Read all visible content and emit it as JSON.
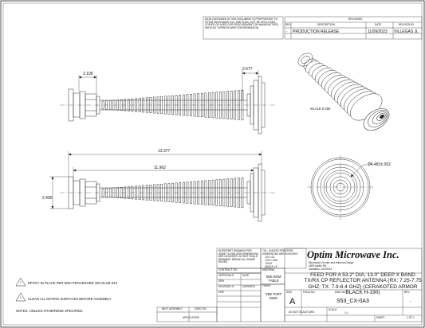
{
  "proprietary_notice": "DATA CONTAINED IN THIS DOCUMENT IS PROPRIETARY TO OPTIM MICROWAVE INC. AND SHALL NOT BE DISCLOSED, COPIED OR USED FOR PROCUREMENT OR MANUFACTURE WITHOUT EXPRESS WRITTEN PERMISSION.",
  "revision_table": {
    "title": "REVISIONS",
    "headers": [
      "REV",
      "DESCRIPTION",
      "DATE",
      "REVISED BY"
    ],
    "rows": [
      [
        "-",
        "PRODUCTION RELEASE",
        "11/09/2023",
        "VILLEGAS JL"
      ]
    ]
  },
  "dimensions": {
    "top_left": "2.100",
    "top_right": "2.677",
    "overall_length": "13.377",
    "body_length": "11.962",
    "left_height": "2.490",
    "diameter": "4.481±.002"
  },
  "scale_note": "SCALE 0.250",
  "notes": {
    "note2": "EPOXY IN PLACE PER WIKI PROCEDURE 100-GLUE-013",
    "note1": "CLEAN ALL MATING SURFACES BEFORE ASSEMBLY",
    "general": "NOTES: UNLESS OTHERWISE SPECIFIED."
  },
  "title_block": {
    "interpret_note": "INTERPRET DRAWING PER ASME Y14.5M-2009 DIMENSIONS ARE IN INCHES. DO NOT SCALE DRAWING. BREAK ALL SHARP EDGES.",
    "tolerance_title": "TOL. UNLESS SPECIFIED DIMENSIONS ARE IN INCHES",
    "tolerances": [
      ".XX  ±.02",
      ".XXX  ±.005",
      ".XXXX",
      "ANGLE  ±1°"
    ],
    "company": "Optim Microwave Inc.",
    "company_sub": [
      "Microwave Circuits and Antenna Design",
      "1605 Adolfo Rd.",
      "Camarillo, CA 93012"
    ],
    "description": "FEED FOR A 53.2\" DIA, 13.0\" DEEP X BAND TX/RX CP REFLECTOR ANTENNA (RX: 7.25-7.75 GHZ; TX: 7.9-8.4 GHZ) (CERAKOTED ARMOR BLACK H-190)",
    "material_label": "MATERIAL",
    "material": "SEE BOM TABLE",
    "finish_label": "FINISH",
    "finish": "SEE PART DWG",
    "contract_label": "CONTRACT NO.",
    "approvals_label": "APPROVALS",
    "date_label": "DATE",
    "drawn_label": "DRN",
    "drawn_by": "VILLEGAS JL",
    "drawn_date": "11/09/2023",
    "checked_label": "CHK",
    "size_label": "SIZE",
    "size": "A",
    "cage_label": "FSCM NO.",
    "dwg_label": "DWG NO.",
    "part_number": "S53_CX-0A3",
    "rev_label": "REV",
    "rev": "-",
    "scale_label": "SCALE",
    "scale": "1:1",
    "sheet_label": "SHEET",
    "sheet": "1 OF 1",
    "do_not_scale": "DO NOT SCALE DWG",
    "next_assy_label": "NEXT ASSEMBLY",
    "used_on_label": "USED ON",
    "application_label": "APPLICATION"
  },
  "balloons": [
    "2",
    "1"
  ]
}
